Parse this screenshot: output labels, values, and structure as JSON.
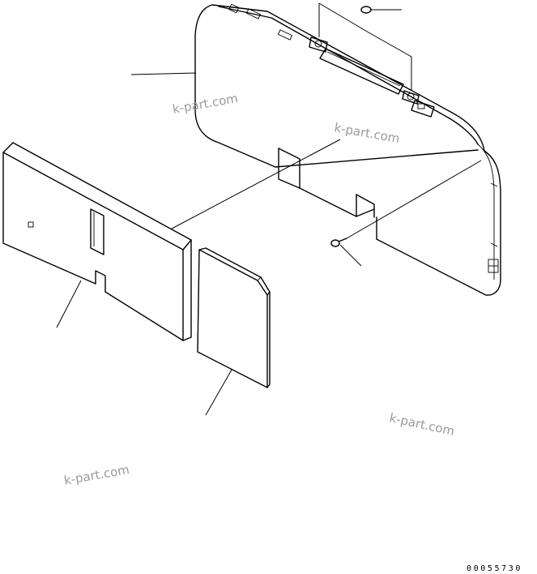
{
  "watermarks": [
    "k-part.com",
    "k-part.com",
    "k-part.com",
    "k-part.com"
  ],
  "diagram_code": "00055730",
  "colors": {
    "line": "#000000",
    "watermark": "#9a9a9a",
    "background": "#ffffff"
  }
}
